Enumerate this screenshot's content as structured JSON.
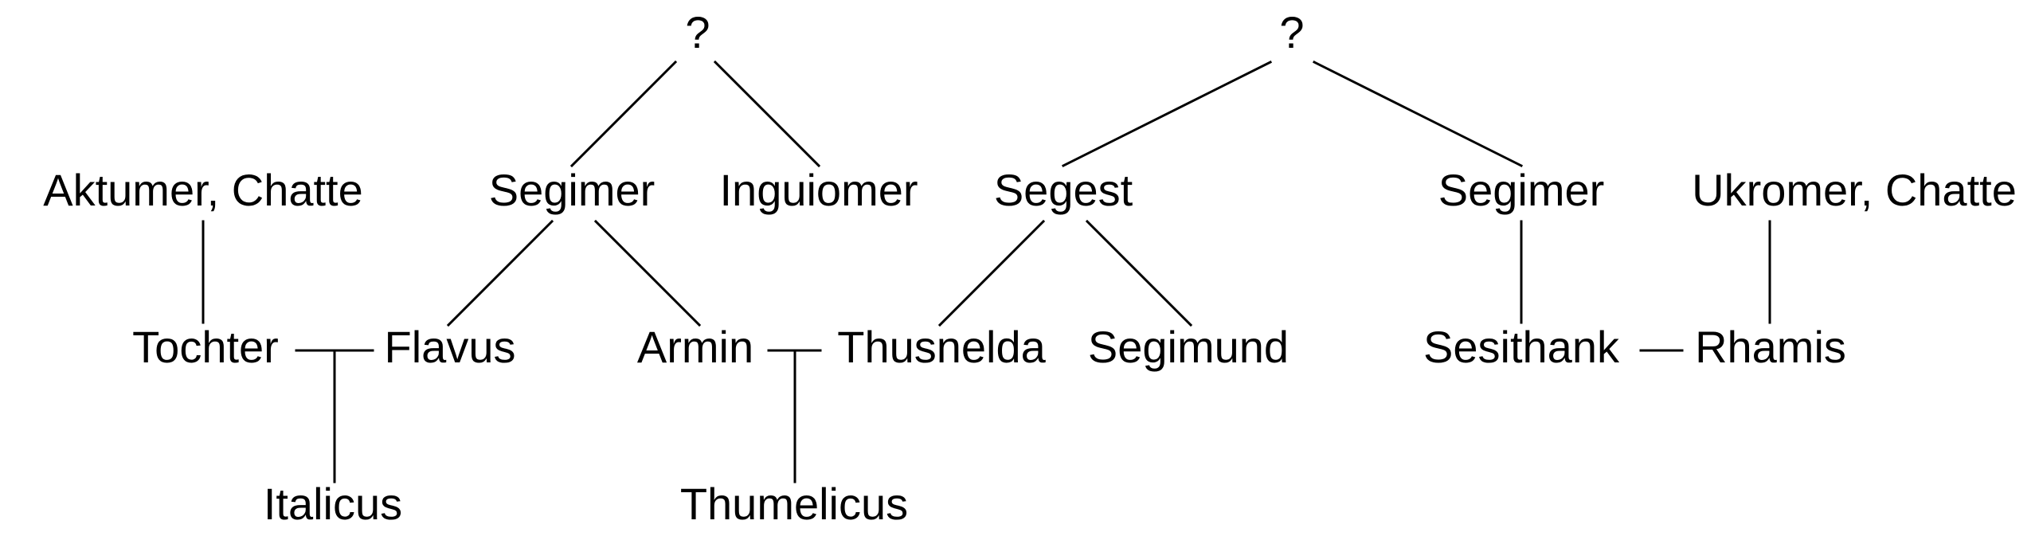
{
  "family_tree": {
    "unknown_left": "?",
    "unknown_right": "?",
    "aktumer": "Aktumer, Chatte",
    "segimer_left": "Segimer",
    "inguiomer": "Inguiomer",
    "segest": "Segest",
    "segimer_right": "Segimer",
    "ukromer": "Ukromer, Chatte",
    "tochter": "Tochter",
    "flavus": "Flavus",
    "armin": "Armin",
    "thusnelda": "Thusnelda",
    "segimund": "Segimund",
    "sesithank": "Sesithank",
    "rhamis": "Rhamis",
    "italicus": "Italicus",
    "thumelicus": "Thumelicus"
  }
}
